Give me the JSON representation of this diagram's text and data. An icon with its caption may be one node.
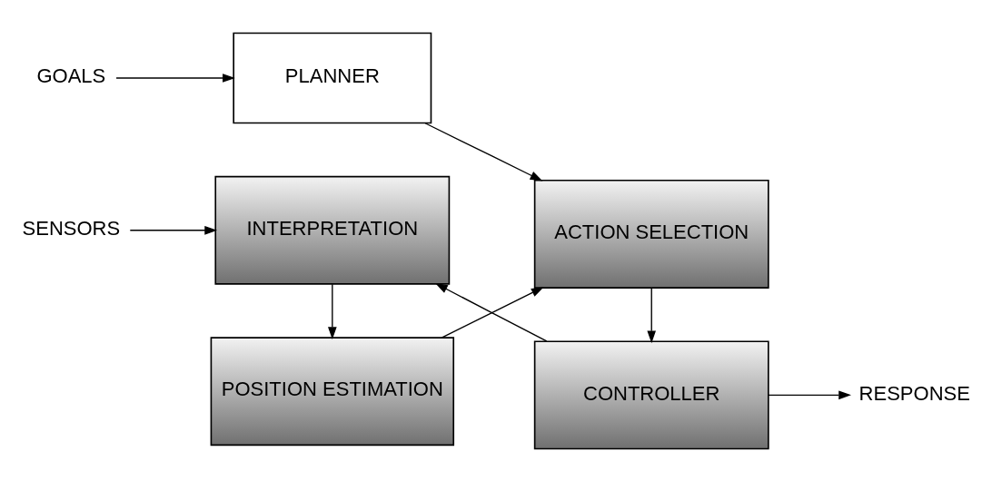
{
  "diagram": {
    "nodes": [
      {
        "text": [
          "GOALS"
        ]
      },
      {
        "text": [
          "PLANNER"
        ]
      },
      {
        "text": [
          "POSITION ESTIMATION"
        ]
      },
      {
        "text": [
          "ACTION SELECTION"
        ]
      },
      {
        "text": [
          "SENSORS"
        ]
      },
      {
        "text": [
          "INTERPRETATION"
        ]
      },
      {
        "text": [
          "CONTROLLER"
        ]
      },
      {
        "text": [
          "RESPONSE"
        ]
      }
    ],
    "edges": [
      {
        "from": 0,
        "to": 1,
        "arrow": "to"
      },
      {
        "from": 1,
        "to": 3,
        "arrow": "to"
      },
      {
        "from": 2,
        "to": 3,
        "arrow": "to"
      },
      {
        "from": 3,
        "to": 6,
        "arrow": "to"
      },
      {
        "from": 6,
        "to": 5,
        "arrow": "to"
      },
      {
        "from": 5,
        "to": 2,
        "arrow": "to"
      },
      {
        "from": 4,
        "to": 5,
        "arrow": "to"
      },
      {
        "from": 6,
        "to": 7,
        "arrow": "to"
      }
    ]
  }
}
